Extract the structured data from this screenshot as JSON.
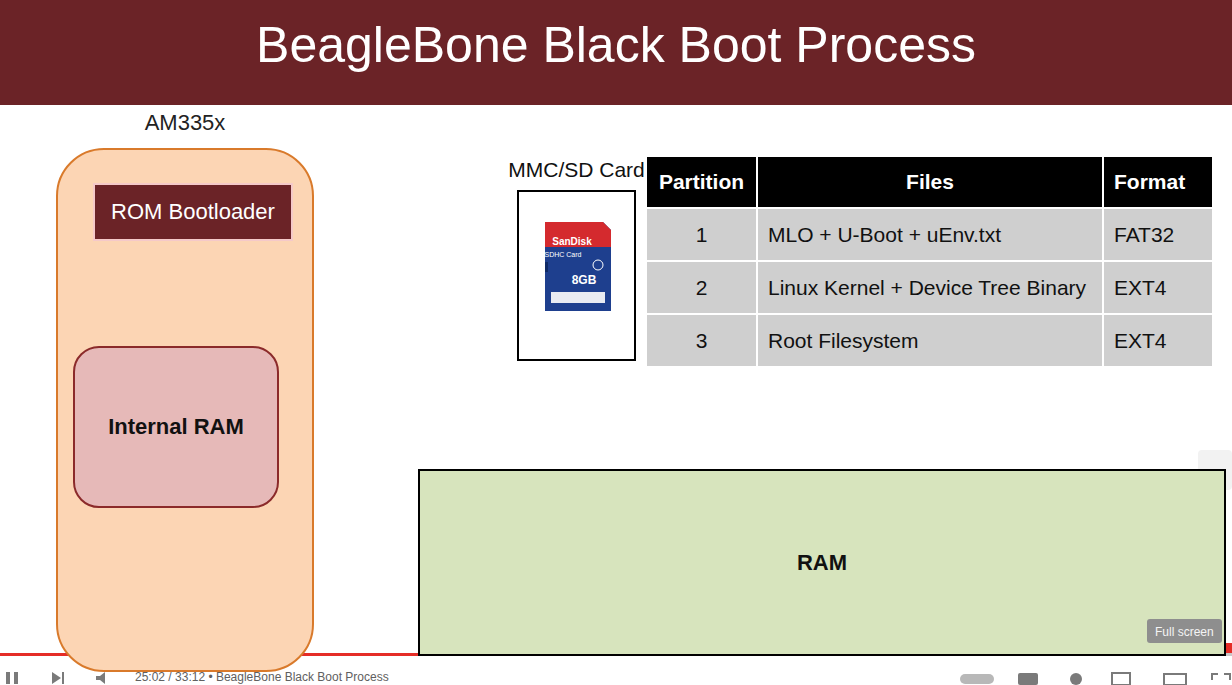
{
  "diagram": {
    "title": "BeagleBone Black Boot Process",
    "nodes": [
      {
        "text": [
          "AM335x"
        ]
      },
      {
        "text": [
          "ROM Bootloader"
        ],
        "in": 0
      },
      {
        "text": [
          "Internal RAM"
        ],
        "in": 0
      },
      {
        "text": [
          "MMC/SD Card"
        ]
      },
      {
        "text": [
          "RAM"
        ]
      }
    ],
    "labels": [
      "Partition",
      "Files",
      "Format",
      "1",
      "MLO + U-Boot + uEnv.txt",
      "FAT32",
      "2",
      "Linux Kernel + Device Tree Binary",
      "EXT4",
      "3",
      "Root Filesystem",
      "EXT4",
      "SanDisk",
      "SDHC Card",
      "8GB",
      "25:02 / 33:12 • BeagleBone Black Boot Process",
      "Full screen"
    ]
  }
}
